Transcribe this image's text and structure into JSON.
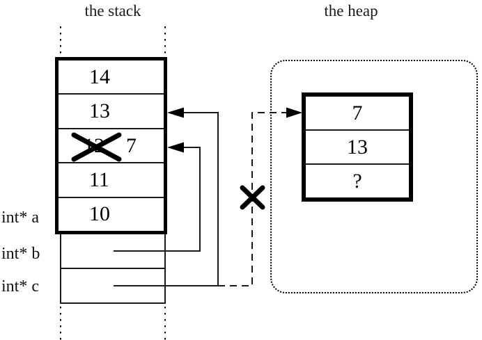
{
  "diagram": {
    "stack": {
      "title": "the stack",
      "frame_cells": [
        {
          "value": "14"
        },
        {
          "value": "13"
        },
        {
          "old_value": "12",
          "new_value": "7",
          "crossed_out": true
        },
        {
          "value": "11"
        },
        {
          "value": "10"
        }
      ],
      "pointer_vars": [
        {
          "label": "int* a"
        },
        {
          "label": "int* b"
        },
        {
          "label": "int* c"
        }
      ]
    },
    "heap": {
      "title": "the heap",
      "block_cells": [
        {
          "value": "7"
        },
        {
          "value": "13"
        },
        {
          "value": "?"
        }
      ]
    },
    "colors": {
      "ink": "#000000",
      "background": "#ffffff"
    }
  }
}
